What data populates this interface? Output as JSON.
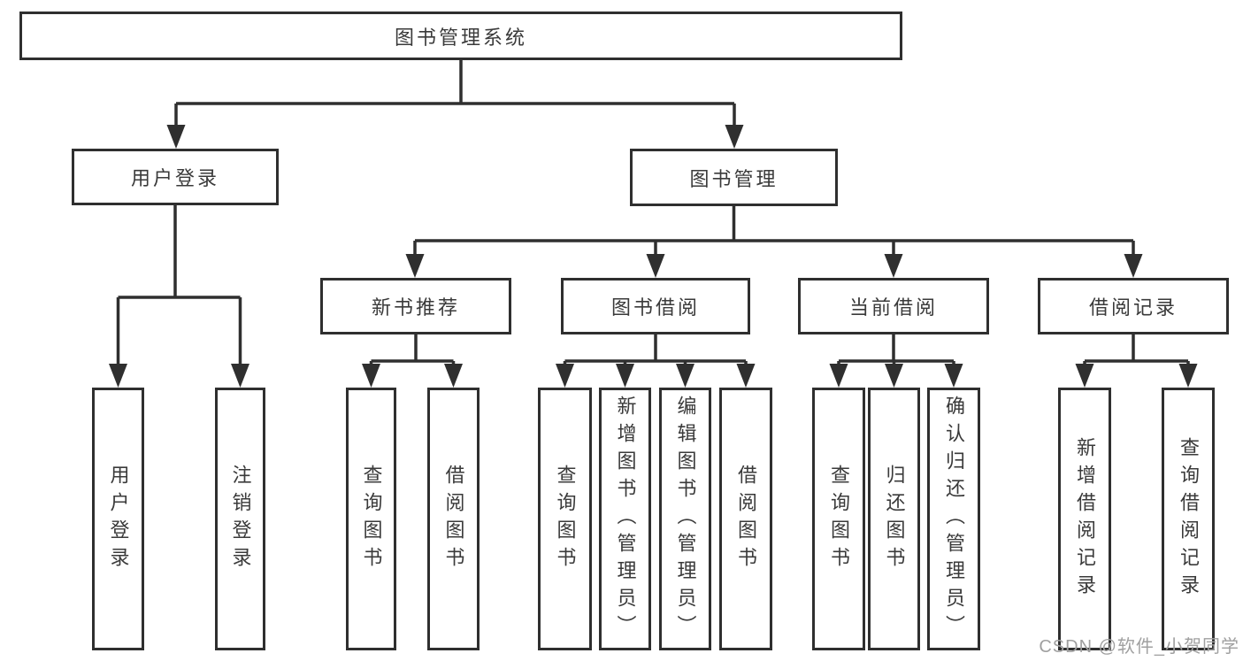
{
  "tree": {
    "label": "图书管理系统",
    "children": [
      {
        "label": "用户登录",
        "children": [
          {
            "label": "用户登录"
          },
          {
            "label": "注销登录"
          }
        ]
      },
      {
        "label": "图书管理",
        "children": [
          {
            "label": "新书推荐",
            "children": [
              {
                "label": "查询图书"
              },
              {
                "label": "借阅图书"
              }
            ]
          },
          {
            "label": "图书借阅",
            "children": [
              {
                "label": "查询图书"
              },
              {
                "label": "新增图书（管理员）"
              },
              {
                "label": "编辑图书（管理员）"
              },
              {
                "label": "借阅图书"
              }
            ]
          },
          {
            "label": "当前借阅",
            "children": [
              {
                "label": "查询图书"
              },
              {
                "label": "归还图书"
              },
              {
                "label": "确认归还（管理员）"
              }
            ]
          },
          {
            "label": "借阅记录",
            "children": [
              {
                "label": "新增借阅记录"
              },
              {
                "label": "查询借阅记录"
              }
            ]
          }
        ]
      }
    ]
  },
  "watermark": {
    "text": "CSDN @软件_小贺同学"
  },
  "colors": {
    "line": "#2f2f2f",
    "box_border": "#2f2f2f",
    "text": "#3a3a3a",
    "watermark": "#a0a0a0",
    "background": "#ffffff"
  }
}
